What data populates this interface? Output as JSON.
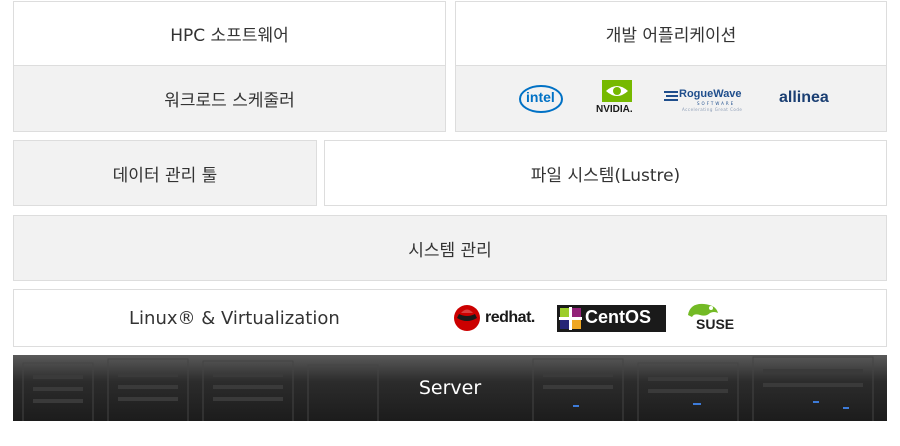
{
  "hpc_software": "HPC 소프트웨어",
  "dev_apps": "개발 어플리케이션",
  "workload_scheduler": "워크로드 스케줄러",
  "vendors": {
    "intel": "intel",
    "nvidia": "NVIDIA.",
    "roguewave": "RogueWave",
    "roguewave_sub": "SOFTWARE",
    "roguewave_tag": "Accelerating Great Code",
    "allinea": "allinea"
  },
  "data_tools": "데이터 관리 툴",
  "filesystem": "파일 시스템(Lustre)",
  "system_mgmt": "시스템 관리",
  "os": {
    "label": "Linux® & Virtualization",
    "redhat": "redhat.",
    "centos": "CentOS",
    "suse": "SUSE"
  },
  "server": "Server",
  "colors": {
    "intel": "#0071c5",
    "nvidia": "#76b900",
    "roguewave": "#1f4e8c",
    "allinea": "#1b3f73",
    "redhat": "#cc0000",
    "suse": "#73ba25"
  }
}
